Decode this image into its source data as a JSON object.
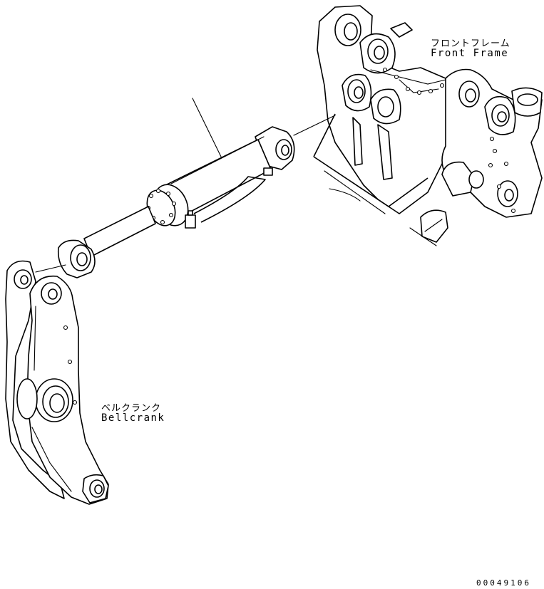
{
  "labels": {
    "front_frame_jp": "フロントフレーム",
    "front_frame_en": "Front Frame",
    "bellcrank_jp": "ベルクランク",
    "bellcrank_en": "Bellcrank"
  },
  "drawing_number": "00049106"
}
